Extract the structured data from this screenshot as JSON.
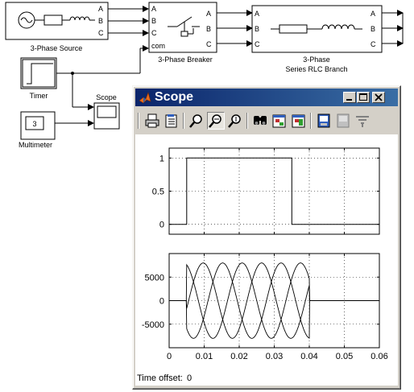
{
  "model": {
    "source": {
      "label": "3-Phase Source",
      "ports": [
        "A",
        "B",
        "C"
      ]
    },
    "breaker": {
      "label": "3-Phase Breaker",
      "in_ports": [
        "A",
        "B",
        "C",
        "com"
      ],
      "out_ports": [
        "A",
        "B",
        "C"
      ]
    },
    "rlc": {
      "label_line1": "3-Phase",
      "label_line2": "Series RLC Branch",
      "in_ports": [
        "A",
        "B",
        "C"
      ],
      "out_ports": [
        "A",
        "B",
        "C"
      ]
    },
    "timer": {
      "label": "Timer"
    },
    "multimeter": {
      "label": "Multimeter",
      "value": "3"
    },
    "scope_block": {
      "label": "Scope"
    }
  },
  "scope_window": {
    "title": "Scope",
    "buttons": [
      "minimize",
      "maximize",
      "close"
    ],
    "toolbar_icons": [
      "print-icon",
      "parameters-icon",
      "zoom-icon",
      "zoom-x-icon",
      "zoom-y-icon",
      "autoscale-icon",
      "save-axes-icon",
      "restore-axes-icon",
      "floating-scope-icon",
      "lock-axes-icon",
      "signal-selection-icon"
    ],
    "time_offset_label": "Time offset:",
    "time_offset_value": "0"
  },
  "chart_data": [
    {
      "type": "line",
      "x": [
        0,
        0.005,
        0.005,
        0.035,
        0.035,
        0.06
      ],
      "y": [
        0,
        0,
        1,
        1,
        0,
        0
      ],
      "xlim": [
        0,
        0.06
      ],
      "ylim": [
        -0.15,
        1.15
      ],
      "yticks": [
        0,
        0.5,
        1
      ],
      "ytick_labels": [
        "0",
        "0.5",
        "1"
      ],
      "grid": true
    },
    {
      "type": "line",
      "freq_hz": 60,
      "amplitude": 8000,
      "nonzero_interval": [
        0.005,
        0.04
      ],
      "series": [
        {
          "phase_deg": 0
        },
        {
          "phase_deg": -120
        },
        {
          "phase_deg": 120
        }
      ],
      "xlim": [
        0,
        0.06
      ],
      "ylim": [
        -10000,
        10000
      ],
      "xticks": [
        0,
        0.01,
        0.02,
        0.03,
        0.04,
        0.05,
        0.06
      ],
      "xtick_labels": [
        "0",
        "0.01",
        "0.02",
        "0.03",
        "0.04",
        "0.05",
        "0.06"
      ],
      "yticks": [
        -5000,
        0,
        5000
      ],
      "ytick_labels": [
        "-5000",
        "0",
        "5000"
      ],
      "grid": true
    }
  ]
}
